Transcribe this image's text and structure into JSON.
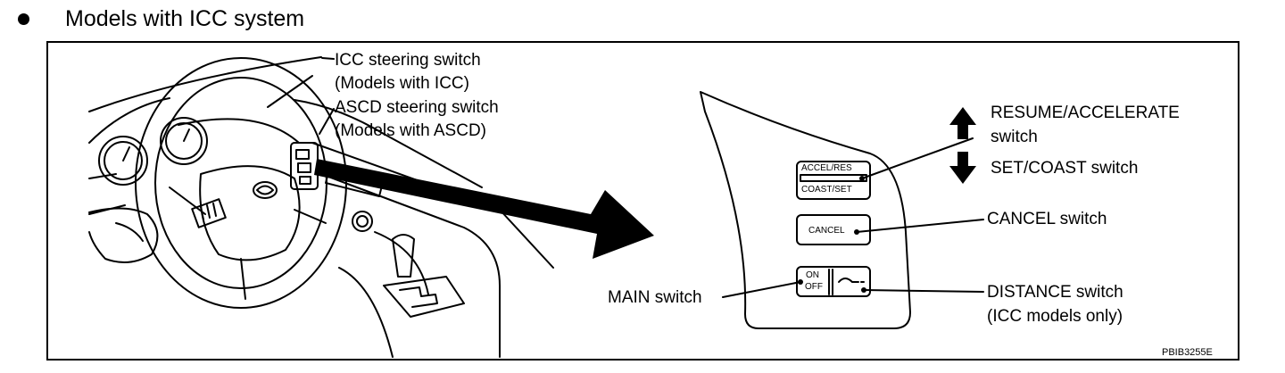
{
  "heading": {
    "title": "Models with ICC system"
  },
  "callouts": {
    "icc_switch_line1": "ICC steering switch",
    "icc_switch_line2": "(Models with ICC)",
    "ascd_switch_line1": "ASCD steering switch",
    "ascd_switch_line2": "(Models with ASCD)",
    "resume_accel_line1": "RESUME/ACCELERATE",
    "resume_accel_line2": "switch",
    "set_coast": "SET/COAST switch",
    "cancel": "CANCEL switch",
    "main": "MAIN switch",
    "distance_line1": "DISTANCE switch",
    "distance_line2": "(ICC models only)"
  },
  "buttons": {
    "accel_res": "ACCEL/RES",
    "coast_set": "COAST/SET",
    "cancel": "CANCEL",
    "on": "ON",
    "off": "OFF"
  },
  "figure_code": "PBIB3255E"
}
